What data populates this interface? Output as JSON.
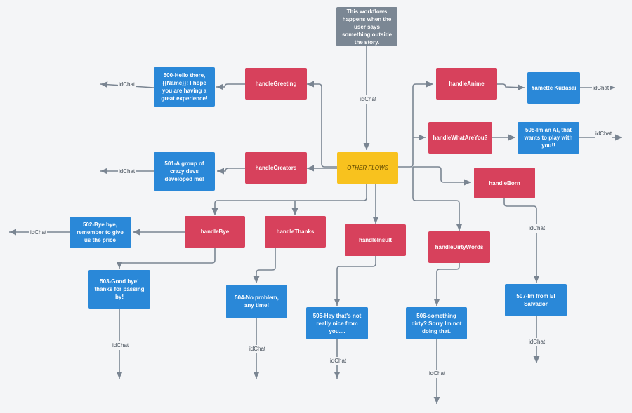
{
  "note": "This workflows happens when the user says something outside the story.",
  "hub": "OTHER FLOWS",
  "edge_label": "idChat",
  "handlers": {
    "greeting": "handleGreeting",
    "creators": "handleCreators",
    "bye": "handleBye",
    "thanks": "handleThanks",
    "insult": "handleInsult",
    "dirty": "handleDirtyWords",
    "anime": "handleAnime",
    "what": "handleWhatAreYou?",
    "born": "handleBorn"
  },
  "responses": {
    "r500": "500-Hello there, {{Name}}! I hope you are having a great experience!",
    "r501": "501-A group of crazy devs developed me!",
    "r502": "502-Bye bye, remember to give us the price",
    "r503": "503-Good bye! thanks for passing by!",
    "r504": "504-No problem, any time!",
    "r505": "505-Hey that's not really nice from you....",
    "r506": "506-something dirty? Sorry Im not doing that.",
    "r507": "507-Im from El Salvador",
    "anime": "Yamette Kudasai",
    "r508": "508-Im an AI, that wants to play with you!!"
  },
  "colors": {
    "handler": "#d7415c",
    "response": "#2a88d8",
    "hub": "#f8c21e",
    "note": "#7b8794",
    "edge": "#7a8592",
    "background": "#f4f5f7"
  }
}
